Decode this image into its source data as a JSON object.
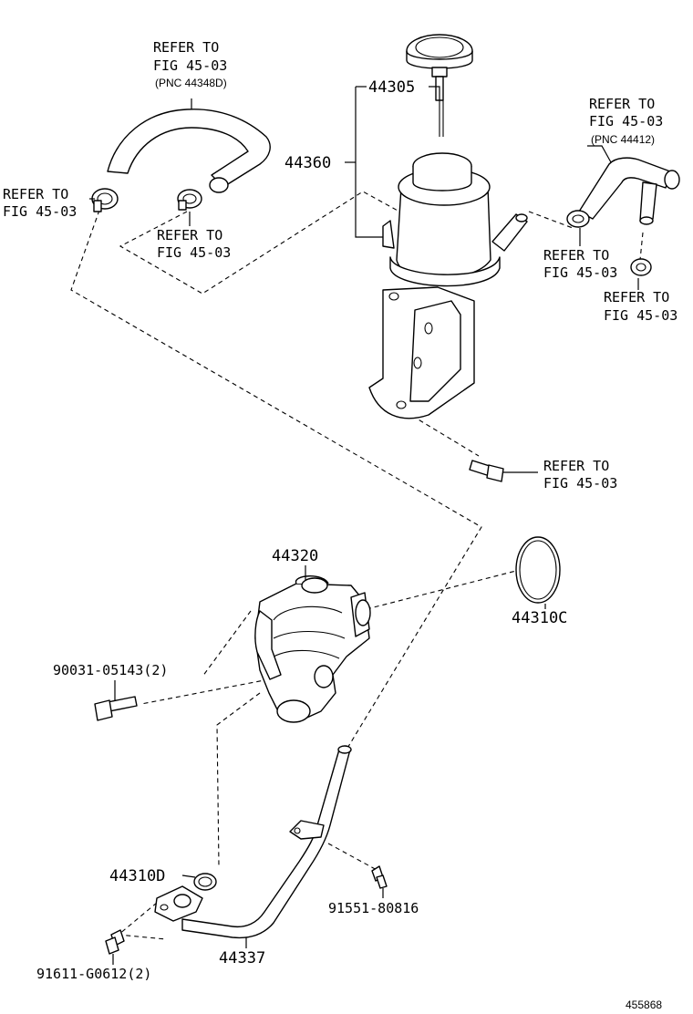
{
  "refs": {
    "r1": {
      "line1": "REFER TO",
      "line2": "FIG 45-03",
      "line3": "(PNC 44348D)"
    },
    "r2": {
      "line1": "REFER TO",
      "line2": "FIG 45-03"
    },
    "r3": {
      "line1": "REFER TO",
      "line2": "FIG 45-03"
    },
    "r4": {
      "line1": "REFER TO",
      "line2": "FIG 45-03",
      "line3": "(PNC 44412)"
    },
    "r5": {
      "line1": "REFER TO",
      "line2": "FIG 45-03"
    },
    "r6": {
      "line1": "REFER TO",
      "line2": "FIG 45-03"
    },
    "r7": {
      "line1": "REFER TO",
      "line2": "FIG 45-03"
    }
  },
  "parts": {
    "cap": "44305",
    "reservoir": "44360",
    "pump": "44320",
    "oring_c": "44310C",
    "bolt_pump": "90031-05143(2)",
    "oring_d": "44310D",
    "bolt_pipe": "91551-80816",
    "pipe": "44337",
    "bolt_flange": "91611-G0612(2)"
  },
  "footer": {
    "figure_id": "455868"
  }
}
